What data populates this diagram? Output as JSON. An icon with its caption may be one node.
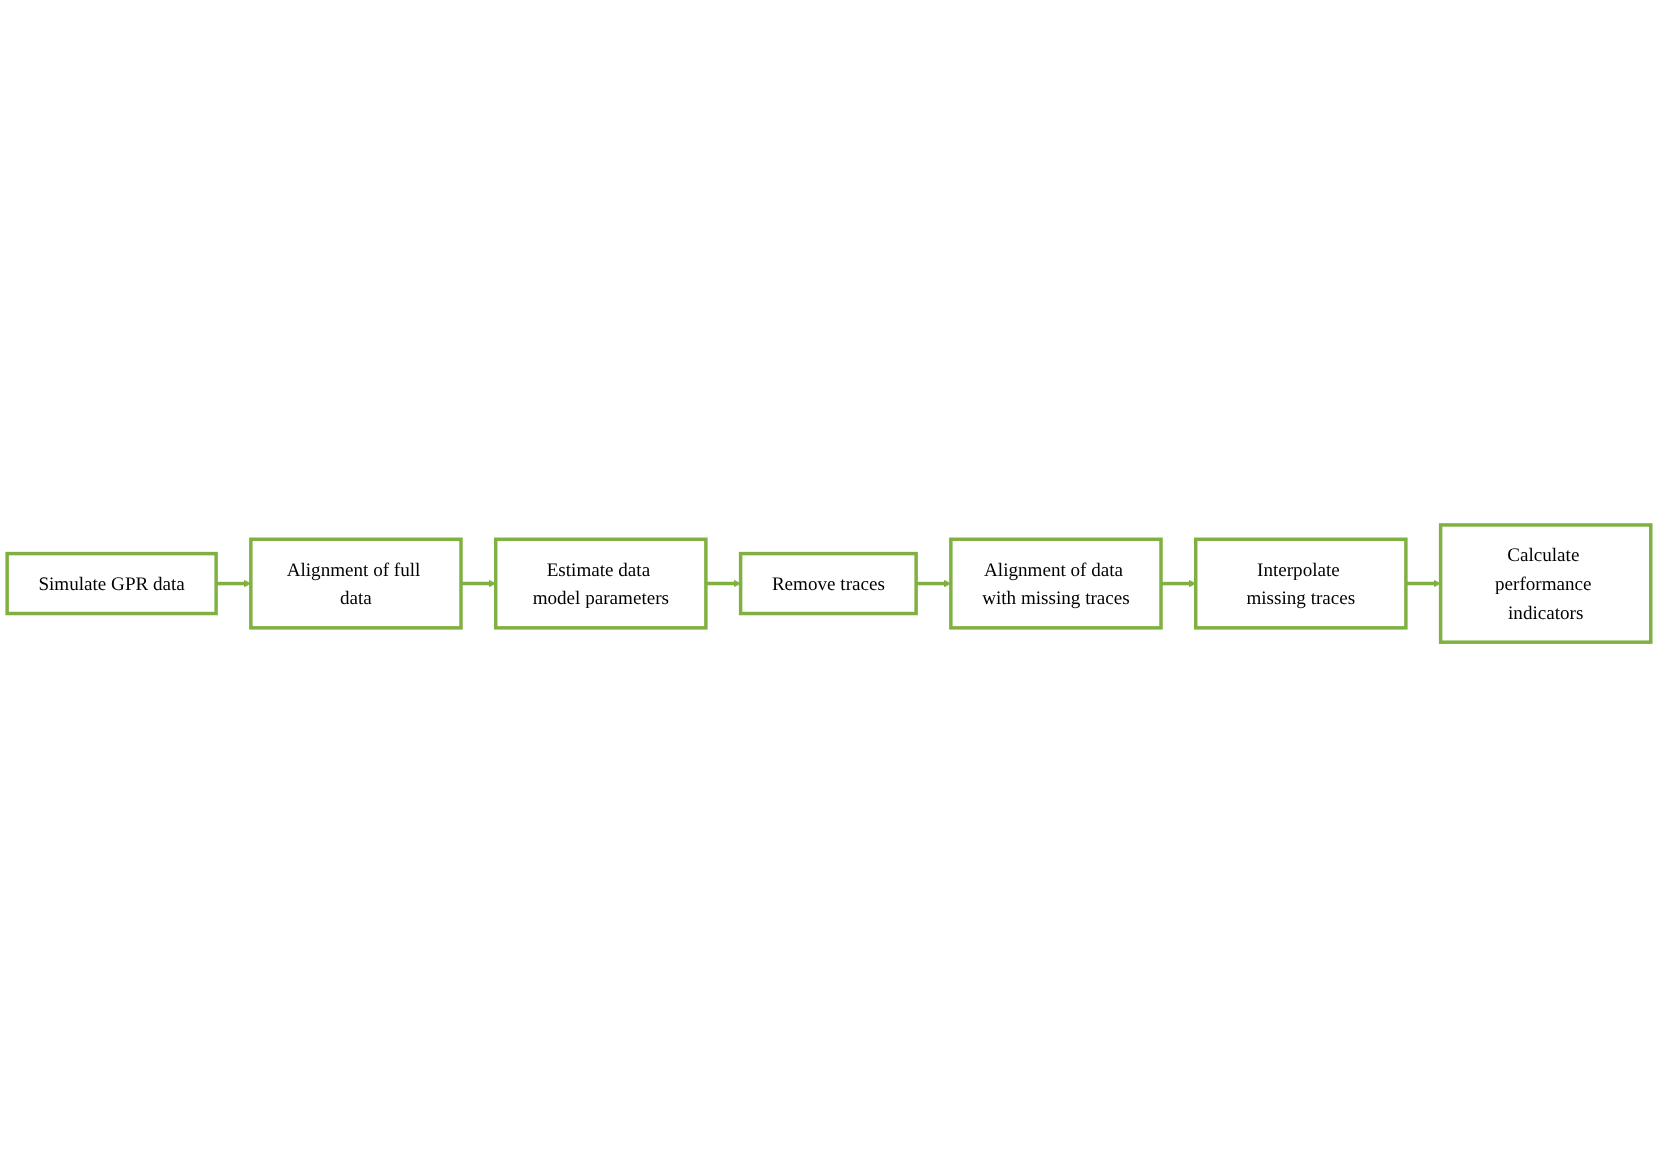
{
  "diagram": {
    "nodes": [
      {
        "text": [
          "Simulate GPR data"
        ]
      },
      {
        "text": [
          "Alignment of full data"
        ]
      },
      {
        "text": [
          "Estimate data model parameters"
        ]
      },
      {
        "text": [
          "Remove traces"
        ]
      },
      {
        "text": [
          "Alignment of data with missing traces"
        ]
      },
      {
        "text": [
          "Interpolate missing traces"
        ]
      },
      {
        "text": [
          "Calculate performance indicators"
        ]
      }
    ],
    "edges": [
      {
        "from": 0,
        "to": 1,
        "arrow": "to"
      },
      {
        "from": 1,
        "to": 2,
        "arrow": "to"
      },
      {
        "from": 2,
        "to": 3,
        "arrow": "to"
      },
      {
        "from": 3,
        "to": 4,
        "arrow": "to"
      },
      {
        "from": 4,
        "to": 5,
        "arrow": "to"
      },
      {
        "from": 5,
        "to": 6,
        "arrow": "to"
      }
    ]
  }
}
